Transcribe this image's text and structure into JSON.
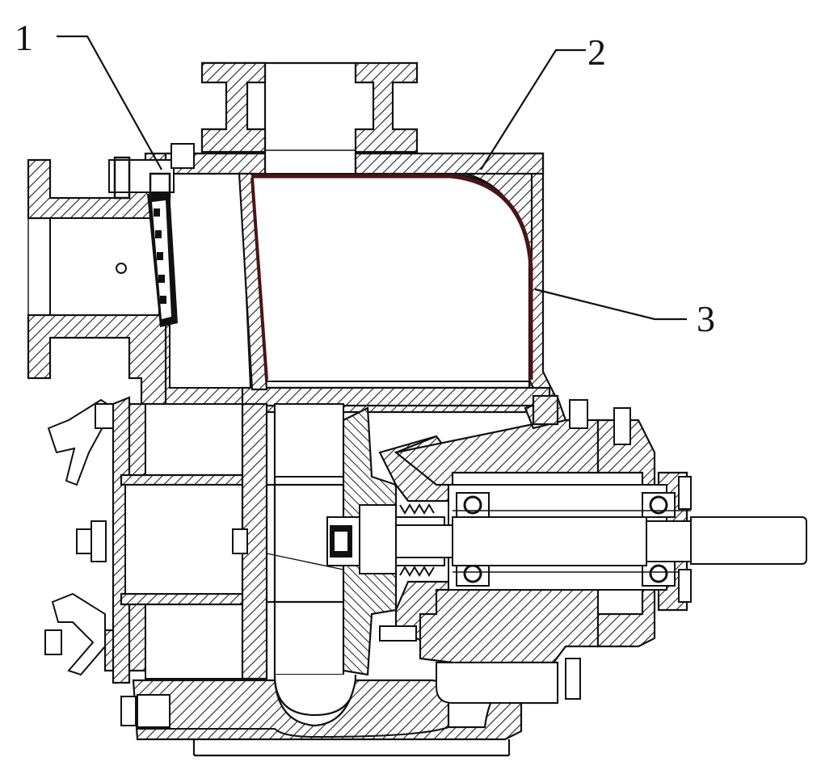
{
  "callouts": [
    {
      "id": "1",
      "label": "1"
    },
    {
      "id": "2",
      "label": "2"
    },
    {
      "id": "3",
      "label": "3"
    }
  ],
  "colors": {
    "line": "#111111",
    "liner": "#4a1418",
    "background": "#ffffff"
  }
}
